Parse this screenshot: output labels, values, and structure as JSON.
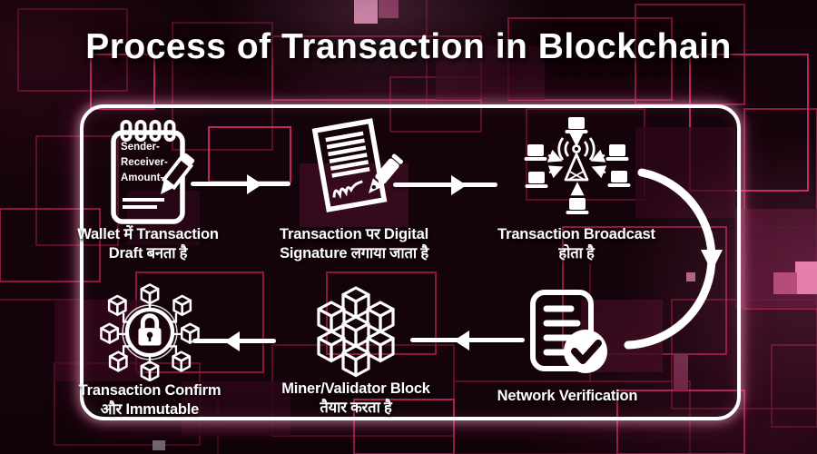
{
  "title": "Process of Transaction in Blockchain",
  "colors": {
    "background": "#15030b",
    "circuit_pink": "#c2185b",
    "bright_pink": "#f0a3c9",
    "panel_border": "#ffffff",
    "text": "#ffffff"
  },
  "steps": [
    {
      "name": "wallet-draft",
      "icon": "notepad-pencil-icon",
      "note_lines": [
        "Sender-",
        "Receiver-",
        "Amount-"
      ],
      "label1": "Wallet में Transaction",
      "label2": "Draft बनता है"
    },
    {
      "name": "digital-signature",
      "icon": "document-pen-icon",
      "label1": "Transaction पर Digital",
      "label2": "Signature लगाया जाता है"
    },
    {
      "name": "transaction-broadcast",
      "icon": "broadcast-tower-icon",
      "label1": "Transaction Broadcast",
      "label2": "होता है"
    },
    {
      "name": "network-verification",
      "icon": "document-check-icon",
      "label1": "Network Verification",
      "label2": ""
    },
    {
      "name": "miner-validator-block",
      "icon": "block-cubes-icon",
      "label1": "Miner/Validator Block",
      "label2": "तैयार करता है"
    },
    {
      "name": "confirm-immutable",
      "icon": "lock-network-icon",
      "label1": "Transaction Confirm",
      "label2": "और Immutable"
    }
  ]
}
